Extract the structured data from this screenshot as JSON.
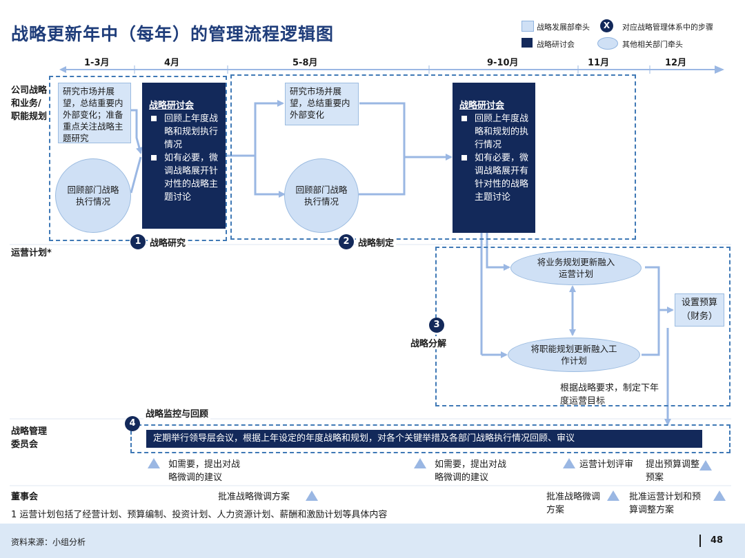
{
  "title": "战略更新年中（每年）的管理流程逻辑图",
  "legend": {
    "dept_lead": "战略发展部牵头",
    "seminar": "战略研讨会",
    "x_mark": "X",
    "step_in_system": "对应战略管理体系中的步骤",
    "other_dept": "其他相关部门牵头"
  },
  "months": [
    "1-3月",
    "4月",
    "5-8月",
    "9-10月",
    "11月",
    "12月"
  ],
  "row_labels": {
    "corporate": "公司战略和业务/职能规划",
    "operating": "运营计划*",
    "committee": "战略管理委员会",
    "board": "董事会"
  },
  "phase1": {
    "research_box": "研究市场并展望，总结重要内外部变化；准备重点关注战略主题研究",
    "review_ellipse": "回顾部门战略执行情况",
    "seminar": {
      "head": "战略研讨会",
      "bullets": [
        "回顾上年度战略和规划执行情况",
        "如有必要，微调战略展开针对性的战略主题讨论"
      ]
    },
    "num": "1",
    "label": "战略研究"
  },
  "phase2": {
    "research_box": "研究市场并展望，总结重要内外部变化",
    "review_ellipse": "回顾部门战略执行情况",
    "seminar": {
      "head": "战略研讨会",
      "bullets": [
        "回顾上年度战略和规划的执行情况",
        "如有必要，微调战略展开有针对性的战略主题讨论"
      ]
    },
    "num": "2",
    "label": "战略制定"
  },
  "phase3": {
    "business_ellipse": "将业务规划更新融入运营计划",
    "function_ellipse": "将职能规划更新融入工作计划",
    "budget_box": "设置预算（财务）",
    "target_note": "根据战略要求，制定下年度运营目标",
    "num": "3",
    "label": "战略分解"
  },
  "phase4": {
    "num": "4",
    "label": "战略监控与回顾",
    "bar_text": "定期举行领导层会议，根据上年设定的年度战略和规划，对各个关键举措及各部门战略执行情况回顾、审议"
  },
  "committee_notes": {
    "note1": "如需要，提出对战略微调的建议",
    "note2": "如需要，提出对战略微调的建议",
    "note3": "运营计划评审",
    "note4": "提出预算调整预案"
  },
  "board_notes": {
    "note1": "批准战略微调方案",
    "note2": "批准战略微调方案",
    "note3": "批准运营计划和预算调整方案"
  },
  "footnote": "1 运营计划包括了经营计划、预算编制、投资计划、人力资源计划、薪酬和激励计划等具体内容",
  "footer": {
    "source": "资料来源：小组分析",
    "page": "48"
  },
  "colors": {
    "navy": "#13295a",
    "light_blue": "#cfe0f5",
    "arrow_blue": "#9ab7e3",
    "dash_blue": "#3e78b5"
  }
}
